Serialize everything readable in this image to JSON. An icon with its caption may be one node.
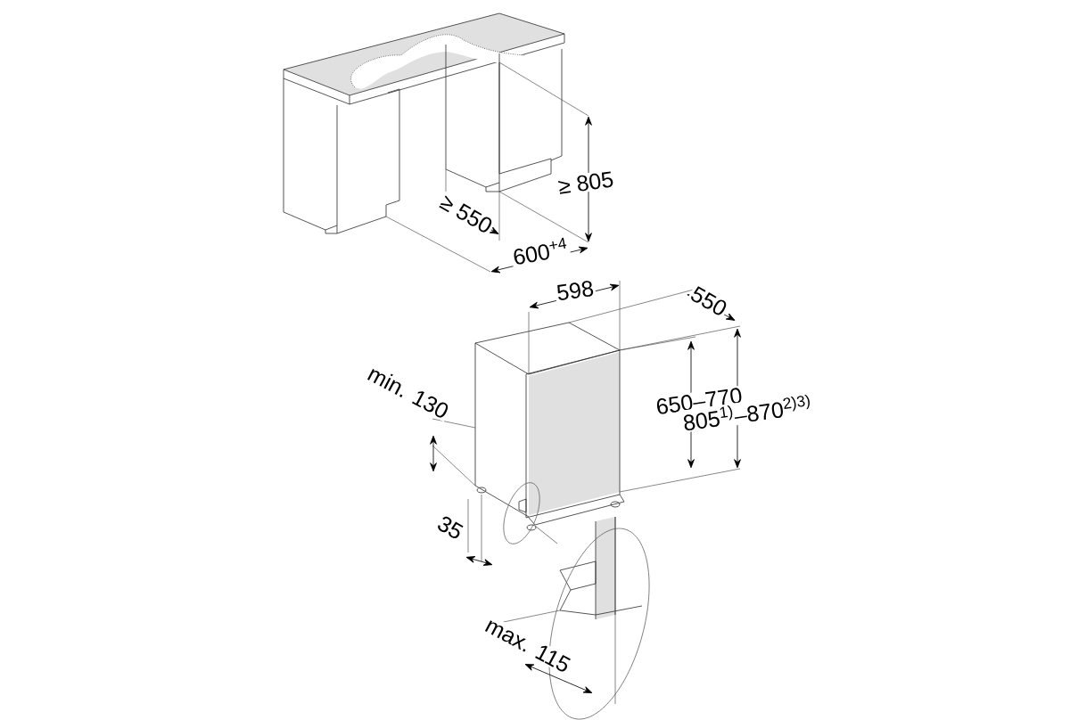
{
  "diagram": {
    "labels": [
      "≥ 805",
      "≥ 550",
      "600$^{+4}$",
      "598",
      "550",
      "650–770",
      "805$^{1)}$–870$^{2)3)}$",
      "min. 130",
      "35",
      "max. 115"
    ]
  }
}
